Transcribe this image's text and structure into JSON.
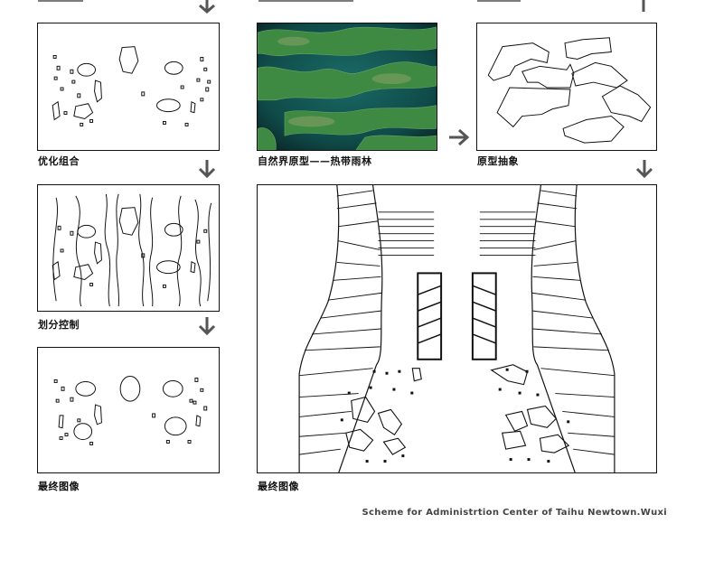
{
  "captions": {
    "optimize_combination": "优化组合",
    "divide_control": "划分控制",
    "final_image_left": "最终图像",
    "natural_prototype": "自然界原型——热带雨林",
    "prototype_abstraction": "原型抽象",
    "final_image_main": "最终图像"
  },
  "footer": {
    "title": "Scheme for Administrtion Center of Taihu Newtown.Wuxi"
  },
  "colors": {
    "line": "#111111",
    "arrow": "#555555",
    "photo_dark": "#0d2a2a",
    "photo_water": "#0f5a55",
    "photo_green": "#2f7a3a"
  },
  "icons": [
    "arrow-down-icon",
    "arrow-right-icon"
  ]
}
